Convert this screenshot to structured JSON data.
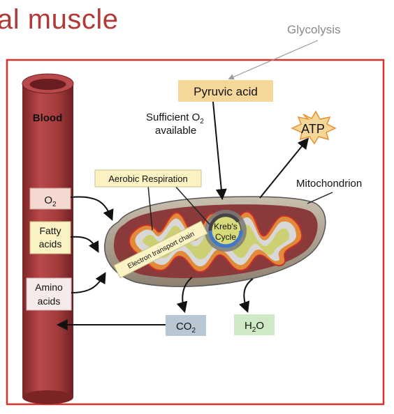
{
  "title": "al muscle",
  "labels": {
    "glycolysis": "Glycolysis",
    "pyruvic_acid": "Pyruvic acid",
    "sufficient_line1": "Sufficient O",
    "sufficient_sub": "2",
    "sufficient_line2": "available",
    "atp": "ATP",
    "mitochondrion": "Mitochondrion",
    "blood": "Blood",
    "aerobic_respiration": "Aerobic Respiration",
    "electron_transport_chain": "Electron transport chain",
    "krebs_line1": "Kreb's",
    "krebs_line2": "Cycle",
    "o2_main": "O",
    "o2_sub": "2",
    "fatty_line1": "Fatty",
    "fatty_line2": "acids",
    "amino_line1": "Amino",
    "amino_line2": "acids",
    "co2_main": "CO",
    "co2_sub": "2",
    "h2o_h": "H",
    "h2o_sub": "2",
    "h2o_o": "O"
  },
  "colors": {
    "frame": "#d9342b",
    "vessel": "#a33a3b",
    "pyruvic_box": "#f5d79a",
    "aerobic_box": "#fbf3c4",
    "o2_box": "#f3d9cf",
    "fatty_box": "#fbf3c4",
    "amino_box": "#f7eaea",
    "co2_box": "#b9c7d2",
    "h2o_box": "#cfe8c6",
    "mito_outer": "#a6988a",
    "mito_inner": "#8a3a3a",
    "cristae": "#cccf72"
  }
}
